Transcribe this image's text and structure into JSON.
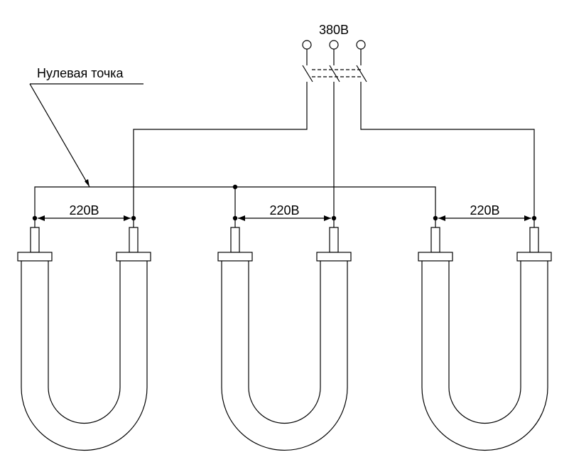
{
  "supply": {
    "voltage_label": "380В",
    "terminal_count": 3
  },
  "neutral": {
    "label": "Нулевая точка"
  },
  "heaters": [
    {
      "voltage_label": "220В"
    },
    {
      "voltage_label": "220В"
    },
    {
      "voltage_label": "220В"
    }
  ],
  "colors": {
    "line": "#000000",
    "background": "#ffffff"
  }
}
